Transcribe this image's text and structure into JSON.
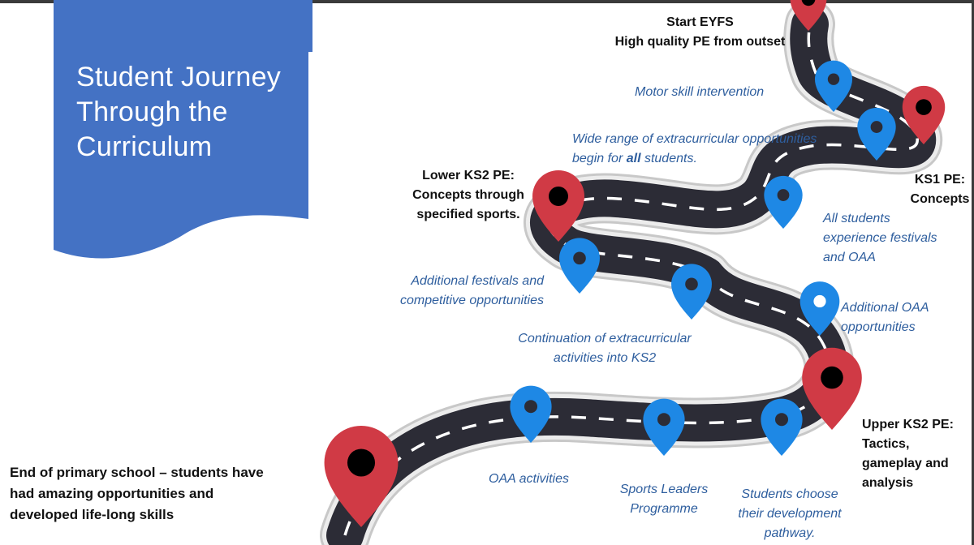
{
  "title": [
    "Student Journey",
    "Through the",
    "Curriculum"
  ],
  "milestones": {
    "start": [
      "Start EYFS",
      "High quality PE from outset"
    ],
    "ks1": [
      "KS1 PE:",
      "Concepts"
    ],
    "lower_ks2": [
      "Lower KS2 PE:",
      "Concepts through",
      "specified sports."
    ],
    "upper_ks2": [
      "Upper KS2 PE:",
      "Tactics,",
      "gameplay and",
      "analysis"
    ],
    "end": [
      "End of primary school – students have",
      "had amazing opportunities and",
      "developed life-long skills"
    ]
  },
  "opportunities": {
    "motor_skill": "Motor skill intervention",
    "extracurricular_line1": "Wide range of extracurricular opportunities",
    "extracurricular_pre": "begin for ",
    "extracurricular_emph": "all",
    "extracurricular_post": " students.",
    "festivals_oaa": [
      "All students",
      "experience festivals",
      "and OAA"
    ],
    "additional_festivals": [
      "Additional festivals and",
      "competitive opportunities"
    ],
    "continuation": [
      "Continuation of extracurricular",
      "activities into KS2"
    ],
    "additional_oaa": [
      "Additional OAA",
      "opportunities"
    ],
    "oaa_activities": "OAA activities",
    "sports_leaders": [
      "Sports Leaders",
      "Programme"
    ],
    "development_pathway": [
      "Students choose",
      "their development",
      "pathway."
    ]
  },
  "colors": {
    "banner": "#4472c4",
    "road": "#2c2c36",
    "road_edge": "#d6d6d6",
    "milestone_pin": "#d03a45",
    "opportunity_pin": "#1e88e5",
    "milestone_text": "#111111",
    "opportunity_text": "#2e5e9e"
  },
  "icons": {
    "milestone": "map-pin-red-icon",
    "opportunity": "map-pin-blue-icon"
  }
}
